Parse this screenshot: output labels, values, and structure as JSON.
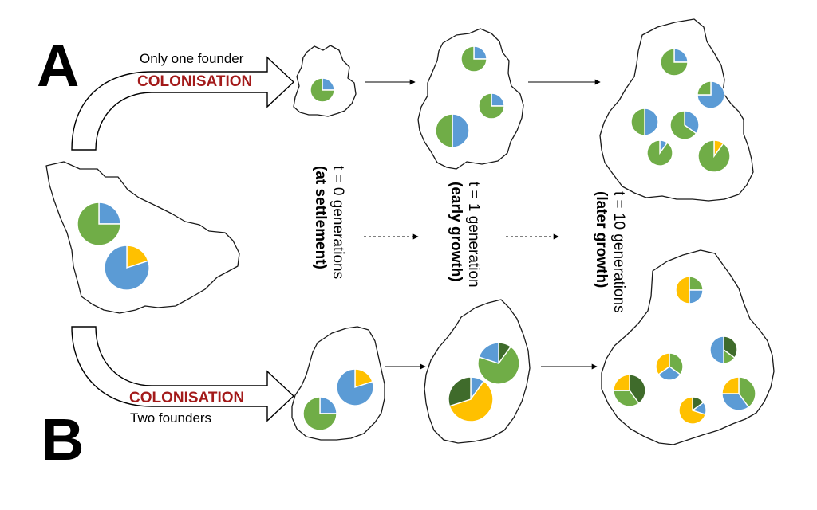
{
  "panels": {
    "a": {
      "letter": "A",
      "caption": "Only one founder",
      "colonisation": "COLONISATION"
    },
    "b": {
      "letter": "B",
      "caption": "Two founders",
      "colonisation": "COLONISATION"
    }
  },
  "generations": [
    {
      "line1": "t = 0 generations",
      "line2": "(at settlement)"
    },
    {
      "line1": "t = 1 generation",
      "line2": "(early growth)"
    },
    {
      "line1": "t = 10 generations",
      "line2": "(later growth)"
    }
  ],
  "colors": {
    "blue": "#5b9bd5",
    "green": "#70ad47",
    "yellow": "#ffc000",
    "dark_green": "#3f6b2b"
  },
  "pie_fractions": {
    "source": [
      {
        "blue": 0.25,
        "green": 0.75
      },
      {
        "yellow": 0.2,
        "blue": 0.8
      }
    ],
    "a_t0": [
      {
        "blue": 0.25,
        "green": 0.75
      }
    ],
    "a_t1": [
      {
        "blue": 0.25,
        "green": 0.75
      },
      {
        "blue": 0.25,
        "green": 0.75
      },
      {
        "blue": 0.5,
        "green": 0.5
      }
    ],
    "a_t10": [
      {
        "blue": 0.25,
        "green": 0.75
      },
      {
        "blue": 0.75,
        "green": 0.25
      },
      {
        "blue": 0.5,
        "green": 0.5
      },
      {
        "blue": 0.35,
        "green": 0.65
      },
      {
        "blue": 0.1,
        "green": 0.9
      },
      {
        "yellow": 0.1,
        "green": 0.9
      }
    ],
    "b_t0": [
      {
        "yellow": 0.2,
        "blue": 0.8
      },
      {
        "blue": 0.25,
        "green": 0.75
      }
    ],
    "b_t1": [
      {
        "dark_green": 0.1,
        "green": 0.7,
        "blue": 0.2
      },
      {
        "blue": 0.1,
        "yellow": 0.6,
        "dark_green": 0.3
      }
    ],
    "b_t10": [
      {
        "green": 0.25,
        "blue": 0.25,
        "yellow": 0.5
      },
      {
        "green": 0.35,
        "blue": 0.3,
        "yellow": 0.35
      },
      {
        "dark_green": 0.35,
        "green": 0.15,
        "blue": 0.5
      },
      {
        "dark_green": 0.4,
        "green": 0.35,
        "yellow": 0.25
      },
      {
        "green": 0.4,
        "blue": 0.35,
        "yellow": 0.25
      },
      {
        "dark_green": 0.15,
        "blue": 0.15,
        "yellow": 0.7
      }
    ]
  }
}
